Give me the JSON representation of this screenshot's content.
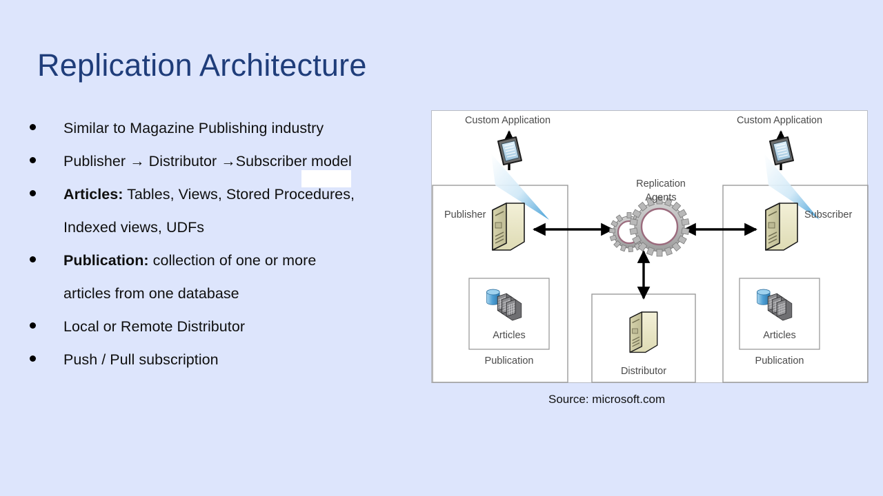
{
  "slide": {
    "title": "Replication Architecture",
    "background_color": "#dde5fc",
    "title_color": "#1f3d7a"
  },
  "bullets": [
    {
      "lead": "",
      "text": "Similar to Magazine Publishing industry",
      "cont": ""
    },
    {
      "lead": "",
      "text": "Publisher → Distributor →Subscriber model",
      "cont": ""
    },
    {
      "lead": "Articles:",
      "text": " Tables, Views, Stored Procedures,",
      "cont": "Indexed views, UDFs"
    },
    {
      "lead": "Publication:",
      "text": " collection of one or more",
      "cont": "articles from one database"
    },
    {
      "lead": "",
      "text": "Local or Remote Distributor",
      "cont": ""
    },
    {
      "lead": "",
      "text": "Push / Pull subscription",
      "cont": ""
    }
  ],
  "diagram": {
    "labels": {
      "custom_app_left": "Custom Application",
      "custom_app_right": "Custom Application",
      "replication_agents_line1": "Replication",
      "replication_agents_line2": "Agents",
      "publisher": "Publisher",
      "subscriber": "Subscriber",
      "distributor": "Distributor",
      "articles_left": "Articles",
      "articles_right": "Articles",
      "publication_left": "Publication",
      "publication_right": "Publication"
    },
    "colors": {
      "panel_background": "#ffffff",
      "panel_border": "#b9bcc4",
      "box_border": "#9a9a9a",
      "server_body": "#e9e6c8",
      "server_side": "#c9c69f",
      "gear_gray": "#b5b5b5",
      "gear_inner": "#9b6b7d",
      "light_cone": "#53a9dd",
      "database_blue": "#5fa8d8",
      "arrow": "#000000"
    }
  },
  "source": {
    "caption": "Source: microsoft.com"
  }
}
